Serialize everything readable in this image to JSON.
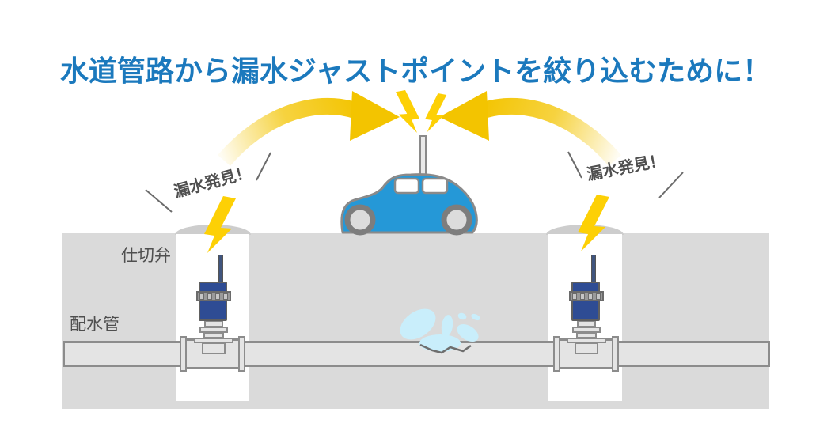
{
  "title": {
    "text": "水道管路から漏水ジャストポイントを絞り込むために！"
  },
  "callouts": {
    "left_leak": "漏水発見！",
    "right_leak": "漏水発見！"
  },
  "labels": {
    "gate_valve": "仕切弁",
    "distribution_pipe": "配水管"
  },
  "icons": {
    "signal-arrow-left": "curved yellow arrow converging on car antenna",
    "signal-arrow-right": "curved yellow arrow converging on car antenna",
    "antenna-spark": "yellow spark bolts above car antenna",
    "leak-bolt-left": "yellow lightning bolt above left valve sensor",
    "leak-bolt-right": "yellow lightning bolt above right valve sensor",
    "survey-car": "blue beetle-style survey car with roof antenna",
    "water-splash": "light blue splash leaking from cracked pipe",
    "valve-sensor": "blue leak-noise logger mounted on gate valve"
  },
  "colors": {
    "title-blue": "#1b79bd",
    "label-gray": "#4f4f4f",
    "ground-gray": "#dadada",
    "dome-gray": "#cdcdcd",
    "pit-white": "#ffffff",
    "pipe-fill": "#e4e4e4",
    "pipe-border": "#8c8c8c",
    "device-blue": "#2e4c94",
    "car-blue": "#2598d7",
    "arrow-yellow": "#f3c400",
    "bolt-yellow": "#fdd005",
    "splash-cyan": "#c9eefb"
  }
}
